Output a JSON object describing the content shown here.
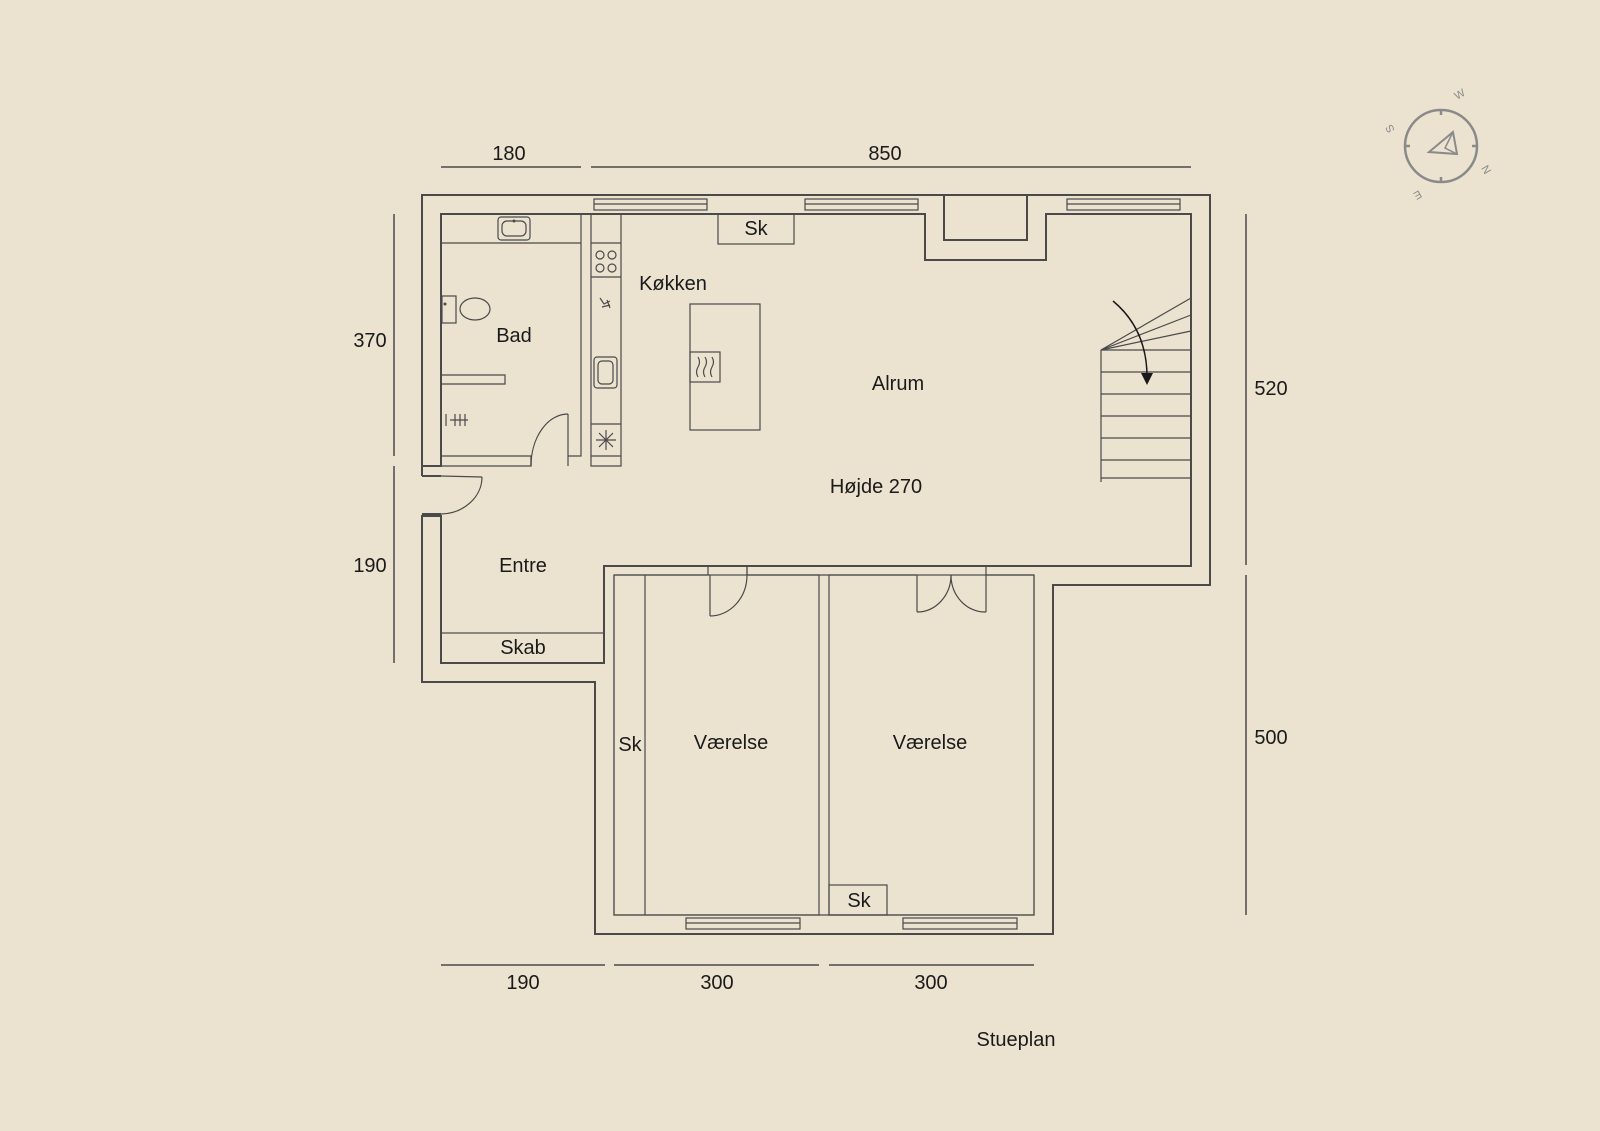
{
  "plan_title": "Stueplan",
  "rooms": {
    "bad": "Bad",
    "kokken": "Køkken",
    "alrum": "Alrum",
    "height": "Højde 270",
    "entre": "Entre",
    "skab": "Skab",
    "vaerelse_1": "Værelse",
    "vaerelse_2": "Værelse",
    "sk_kitchen": "Sk",
    "sk_room1": "Sk",
    "sk_room2": "Sk"
  },
  "dimensions": {
    "top_left": "180",
    "top_right": "850",
    "left_upper": "370",
    "left_lower": "190",
    "right_upper": "520",
    "right_lower": "500",
    "bottom_1": "190",
    "bottom_2": "300",
    "bottom_3": "300"
  },
  "compass": {
    "n": "N",
    "e": "E",
    "s": "S",
    "w": "W"
  },
  "colors": {
    "background": "#ebe3d0",
    "wall": "#4a4a4a",
    "compass": "#8a8a8a"
  }
}
